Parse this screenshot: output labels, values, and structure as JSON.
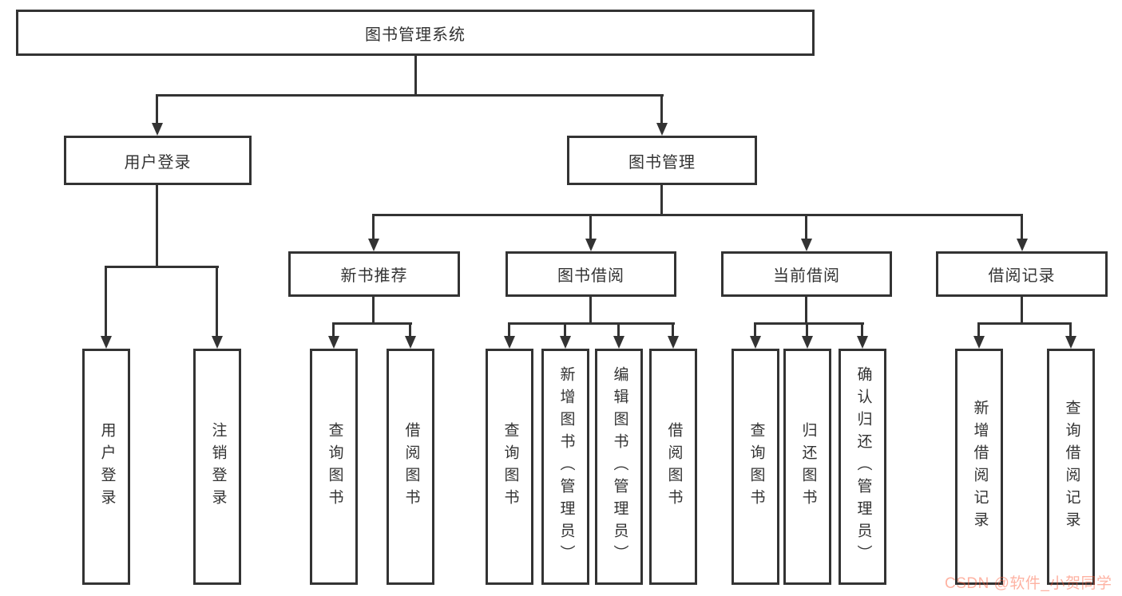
{
  "tree": {
    "root": "图书管理系统",
    "children": [
      {
        "label": "用户登录",
        "children": [
          "用户登录",
          "注销登录"
        ]
      },
      {
        "label": "图书管理",
        "children": [
          {
            "label": "新书推荐",
            "children": [
              "查询图书",
              "借阅图书"
            ]
          },
          {
            "label": "图书借阅",
            "children": [
              "查询图书",
              "新增图书（管理员）",
              "编辑图书（管理员）",
              "借阅图书"
            ]
          },
          {
            "label": "当前借阅",
            "children": [
              "查询图书",
              "归还图书",
              "确认归还（管理员）"
            ]
          },
          {
            "label": "借阅记录",
            "children": [
              "新增借阅记录",
              "查询借阅记录"
            ]
          }
        ]
      }
    ]
  },
  "watermark": {
    "text": "CSDN @软件_小贺同学",
    "color": "#fc5531"
  },
  "colors": {
    "line": "#333333",
    "box_fill": "#ffffff",
    "text": "#333333"
  }
}
